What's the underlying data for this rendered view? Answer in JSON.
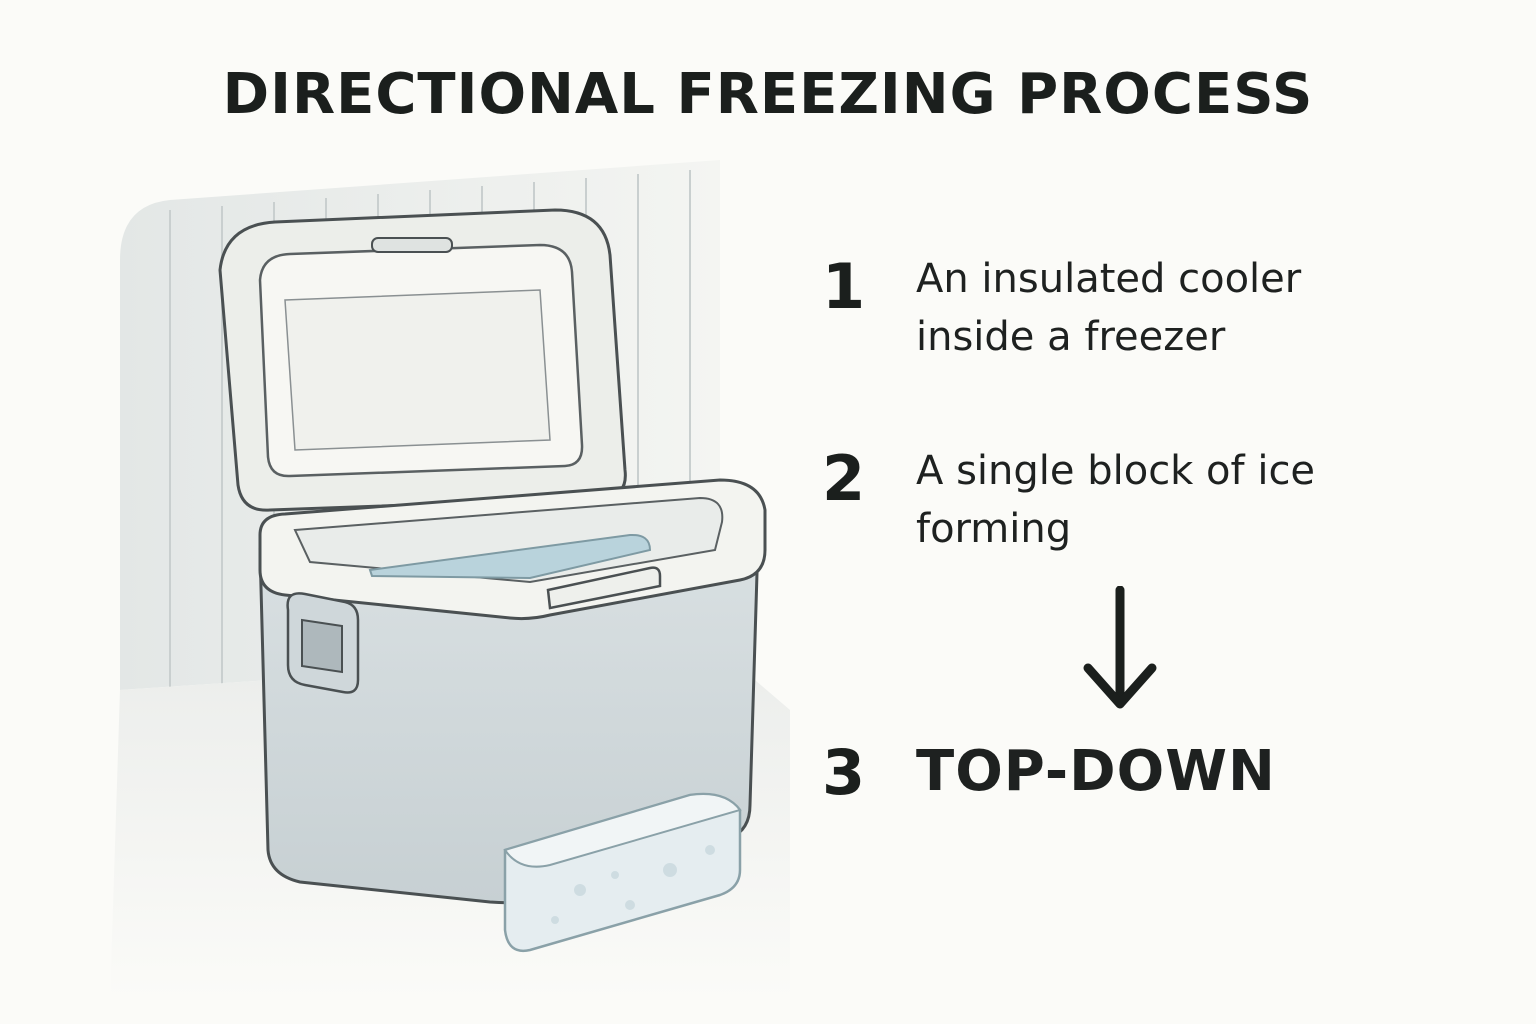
{
  "title": "DIRECTIONAL FREEZING PROCESS",
  "steps": [
    {
      "number": "1",
      "text": "An insulated cooler inside a freezer"
    },
    {
      "number": "2",
      "text": "A single block of ice forming"
    },
    {
      "number": "3",
      "text": "TOP-DOWN"
    }
  ],
  "icons": {
    "arrow": "arrow-down-icon",
    "illustration": "cooler-in-freezer-illustration"
  },
  "colors": {
    "text": "#1b1f1d",
    "background": "#fbfbf8",
    "cooler_body": "#d7dee0",
    "cooler_lid": "#f2f3ef",
    "water": "#b9d3dc",
    "ice": "#e3ecef",
    "outline": "#4a5052"
  }
}
